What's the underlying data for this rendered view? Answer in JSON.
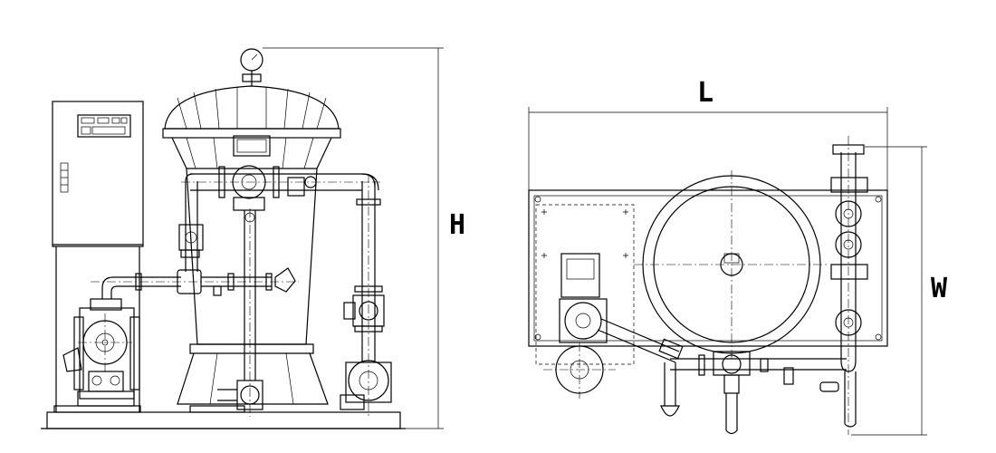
{
  "dimensions": {
    "height_label": "H",
    "length_label": "L",
    "width_label": "W"
  }
}
